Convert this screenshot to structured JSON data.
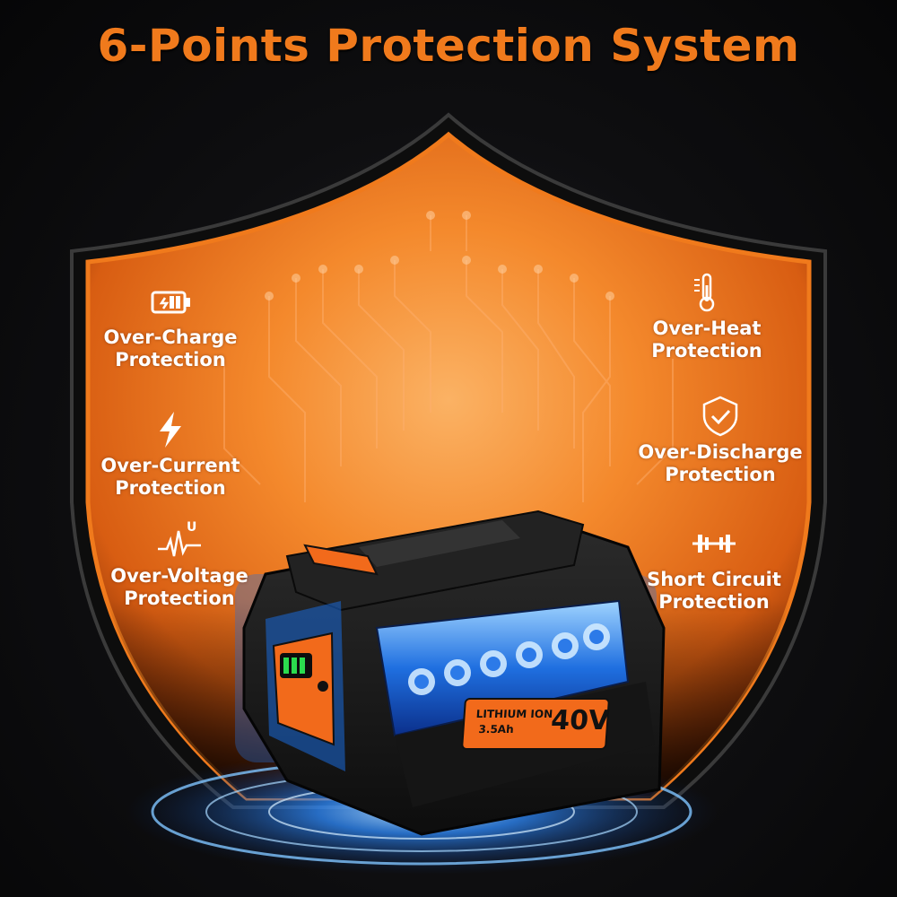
{
  "title": "6-Points Protection System",
  "features": [
    {
      "label_line1": "Over-Charge",
      "label_line2": "Protection",
      "icon": "battery-charge-icon"
    },
    {
      "label_line1": "Over-Current",
      "label_line2": "Protection",
      "icon": "lightning-bolt-icon"
    },
    {
      "label_line1": "Over-Voltage",
      "label_line2": "Protection",
      "icon": "voltage-wave-icon"
    },
    {
      "label_line1": "Over-Heat",
      "label_line2": "Protection",
      "icon": "thermometer-icon"
    },
    {
      "label_line1": "Over-Discharge",
      "label_line2": "Protection",
      "icon": "shield-check-icon"
    },
    {
      "label_line1": "Short Circuit",
      "label_line2": "Protection",
      "icon": "short-circuit-icon"
    }
  ],
  "voltage_icon_letter": "U",
  "battery": {
    "chemistry": "LITHIUM ION",
    "capacity": "3.5Ah",
    "voltage": "40V",
    "charge_level": 1.0
  },
  "colors": {
    "accent": "#f07a1c",
    "shield_inner": "#f58a2a",
    "shield_border": "#e0651a",
    "glow": "#3fa0ff",
    "battery_body": "#1c1c1c",
    "indicator": "#2bdc4e"
  }
}
